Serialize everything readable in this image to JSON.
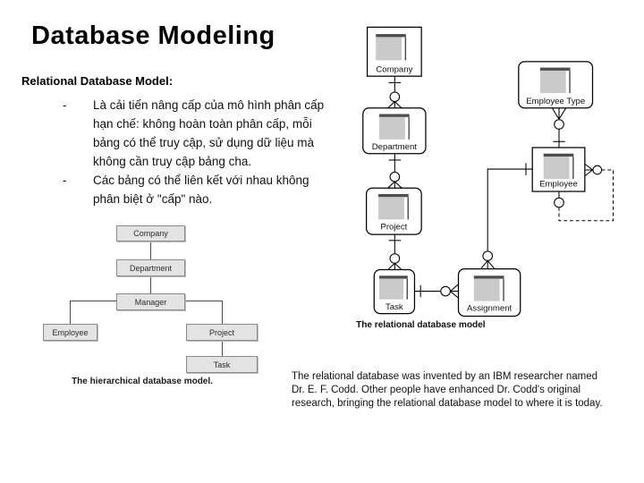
{
  "slide": {
    "title": "Database Modeling",
    "heading": "Relational Database Model:",
    "bullets": [
      {
        "marker": "-",
        "lines": [
          "Là cải tiến nâng cấp của mô hình phân cấp",
          "hạn chế: không hoàn toàn phân cấp, mỗi",
          "bảng có thể truy cập, sử dụng dữ liệu mà",
          "không cần truy cập bảng cha."
        ]
      },
      {
        "marker": "-",
        "lines": [
          "Các bảng có thể liên kết với nhau không",
          "phân biệt ở \"cấp\" nào."
        ]
      }
    ],
    "note_lines": [
      "The relational database was invented by an IBM researcher named",
      "Dr. E. F. Codd. Other people have enhanced Dr. Codd's original",
      "research, bringing the relational database model to where it is today."
    ]
  },
  "hierarchical_diagram": {
    "caption": "The hierarchical database model.",
    "nodes": [
      {
        "label": "Company"
      },
      {
        "label": "Department"
      },
      {
        "label": "Manager"
      },
      {
        "label": "Employee"
      },
      {
        "label": "Project"
      },
      {
        "label": "Task"
      }
    ]
  },
  "relational_diagram": {
    "caption": "The relational database model",
    "entities": [
      {
        "label": "Company"
      },
      {
        "label": "Department"
      },
      {
        "label": "Project"
      },
      {
        "label": "Task"
      },
      {
        "label": "Assignment"
      },
      {
        "label": "Employee Type"
      },
      {
        "label": "Employee"
      }
    ]
  },
  "colors": {
    "background": "#ffffff",
    "text": "#000000",
    "hier_box_fill": "#e3e3e3",
    "hier_box_border": "#8a8a8a",
    "icon_square": "#c9c9c9",
    "icon_bar": "#4d4d4d"
  }
}
